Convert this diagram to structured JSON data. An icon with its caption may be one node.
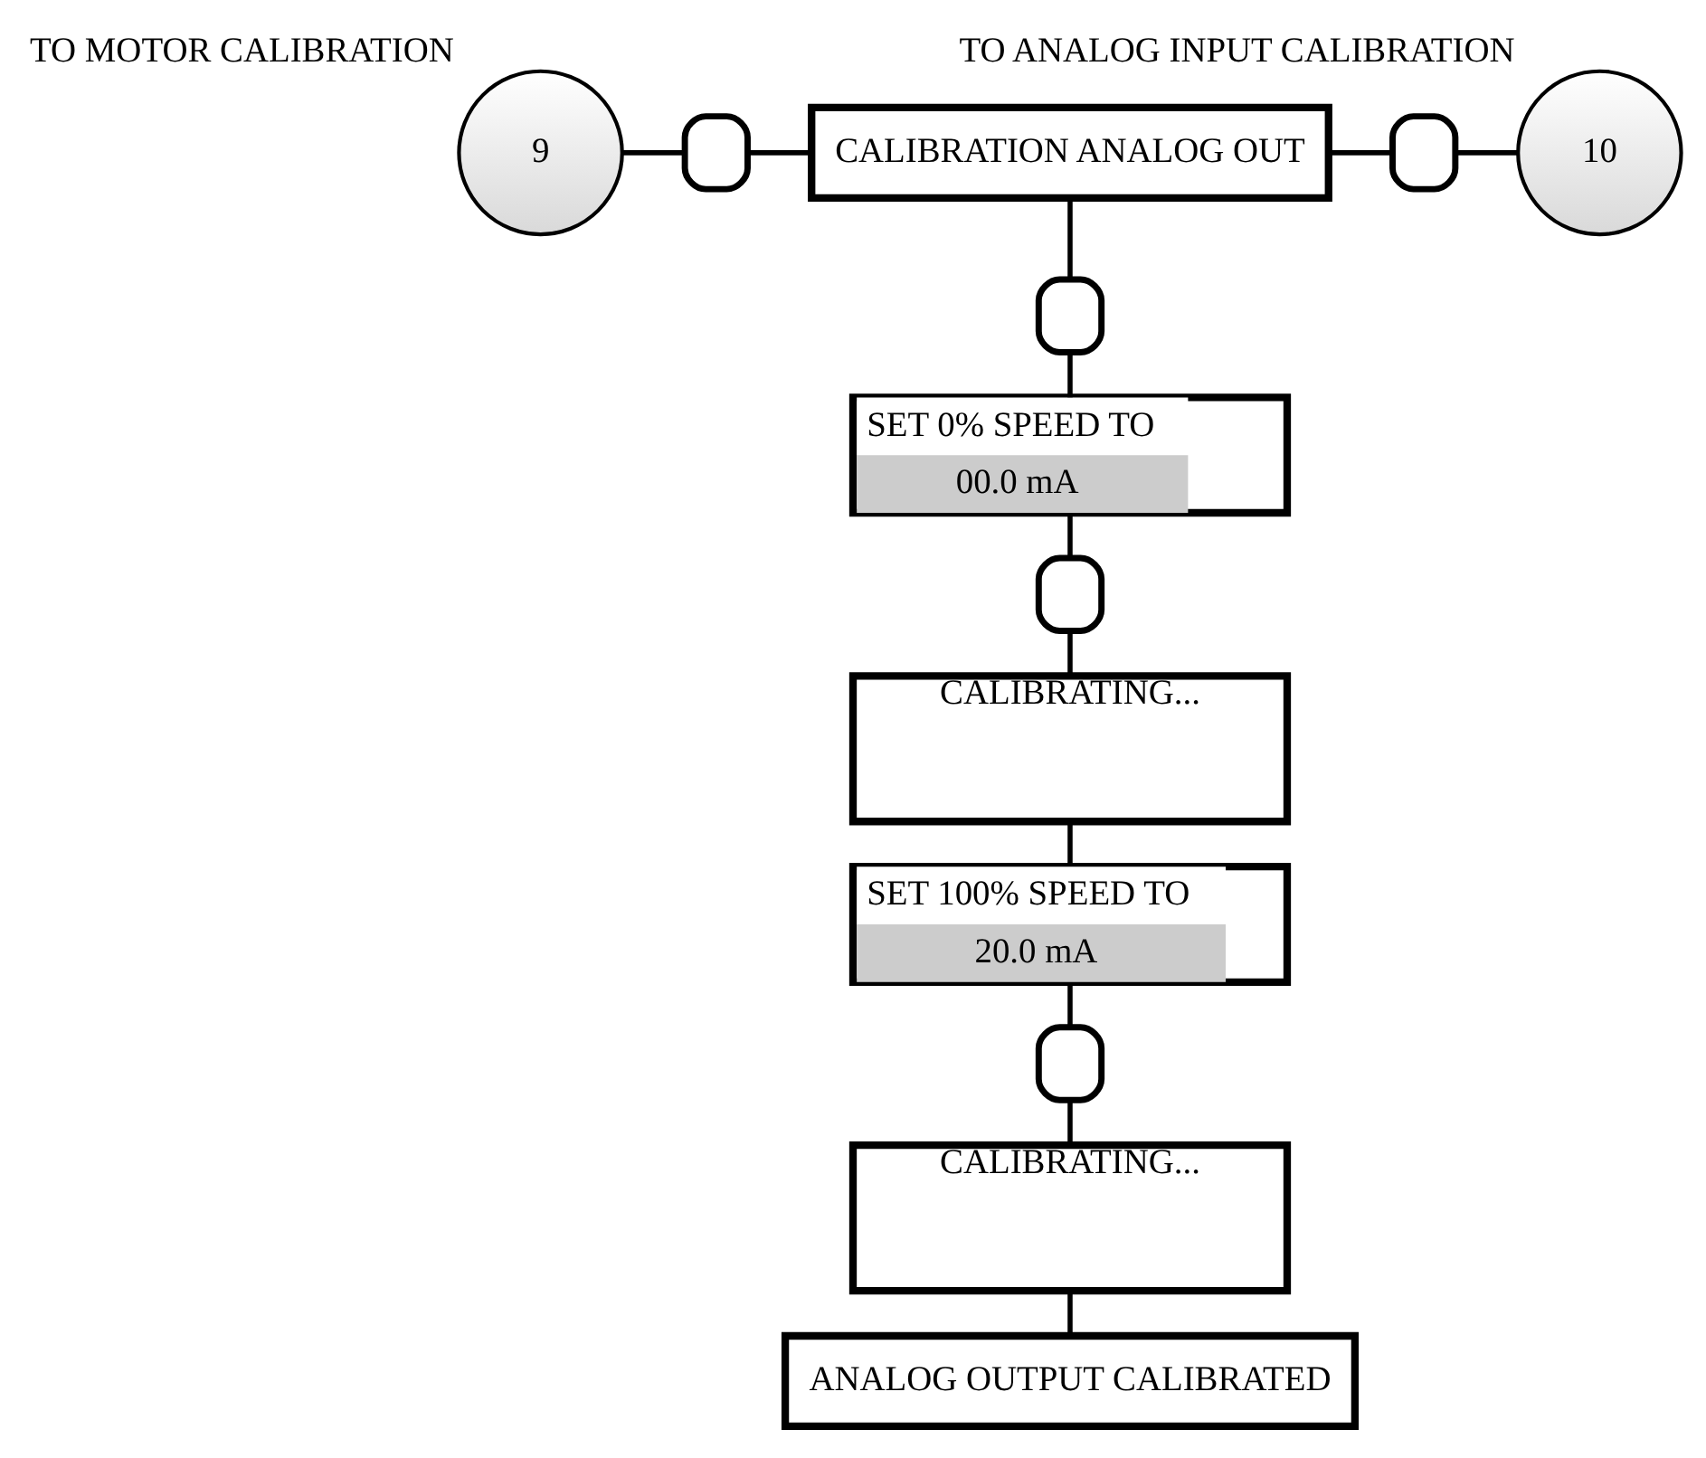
{
  "diagram": {
    "nodes": [
      {
        "text": [
          "9"
        ],
        "beside": [
          "TO MOTOR CALIBRATION"
        ]
      },
      {
        "text": [],
        "shape": "box"
      },
      {
        "text": [
          "CALIBRATION ANALOG OUT"
        ]
      },
      {
        "text": [],
        "shape": "box"
      },
      {
        "text": [
          "10"
        ],
        "beside": [
          "TO ANALOG INPUT CALIBRATION"
        ]
      },
      {
        "text": [],
        "shape": "box"
      },
      {
        "text": [
          "SET 0% SPEED TO",
          "00.0 mA"
        ]
      },
      {
        "text": [],
        "shape": "box"
      },
      {
        "text": [
          "CALIBRATING..."
        ]
      },
      {
        "text": [
          "SET 100% SPEED TO",
          "20.0 mA"
        ]
      },
      {
        "text": [],
        "shape": "box"
      },
      {
        "text": [
          "CALIBRATING..."
        ]
      },
      {
        "text": [
          "ANALOG OUTPUT CALIBRATED"
        ]
      }
    ],
    "edges": [
      {
        "from": 0,
        "to": 1,
        "arrow": "none"
      },
      {
        "from": 1,
        "to": 2,
        "arrow": "none"
      },
      {
        "from": 2,
        "to": 3,
        "arrow": "none"
      },
      {
        "from": 3,
        "to": 4,
        "arrow": "none"
      },
      {
        "from": 2,
        "to": 5,
        "arrow": "none"
      },
      {
        "from": 5,
        "to": 6,
        "arrow": "none"
      },
      {
        "from": 6,
        "to": 7,
        "arrow": "none"
      },
      {
        "from": 7,
        "to": 8,
        "arrow": "none"
      },
      {
        "from": 8,
        "to": 9,
        "arrow": "none"
      },
      {
        "from": 9,
        "to": 10,
        "arrow": "none"
      },
      {
        "from": 10,
        "to": 11,
        "arrow": "none"
      },
      {
        "from": 11,
        "to": 12,
        "arrow": "none"
      }
    ]
  }
}
